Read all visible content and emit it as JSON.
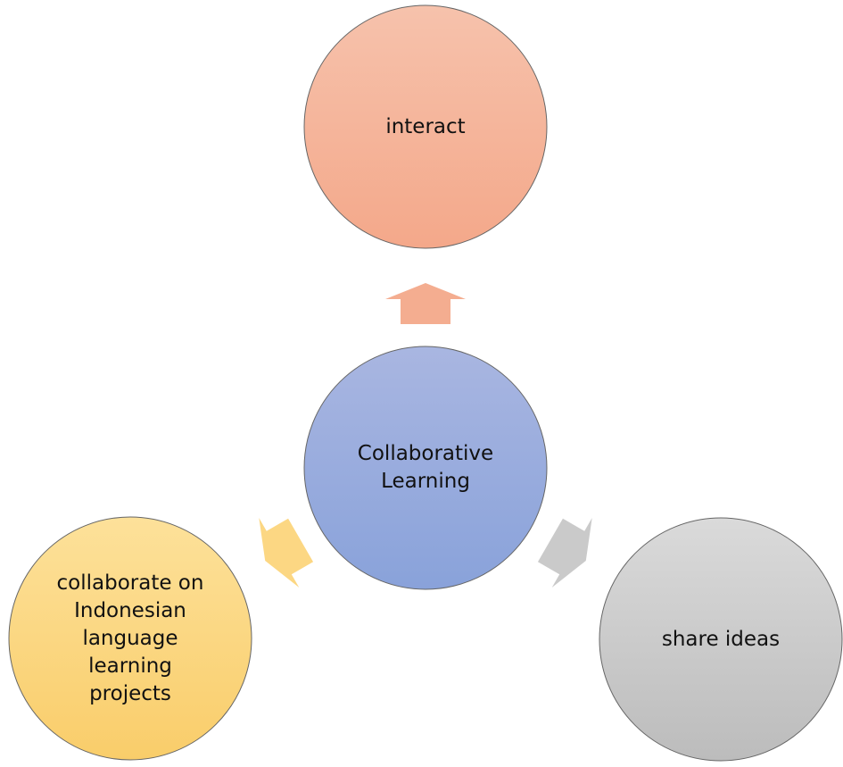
{
  "center": {
    "label": "Collaborative\nLearning",
    "color_top": "#a9b6e1",
    "color_bottom": "#89a2da"
  },
  "nodes": [
    {
      "label": "interact",
      "color_top": "#f6c2ac",
      "color_bottom": "#f4a88a"
    },
    {
      "label": "collaborate on\nIndonesian\nlanguage\nlearning\nprojects",
      "color_top": "#fde19a",
      "color_bottom": "#f9cd6a"
    },
    {
      "label": "share ideas",
      "color_top": "#dadada",
      "color_bottom": "#bcbcbc"
    }
  ]
}
